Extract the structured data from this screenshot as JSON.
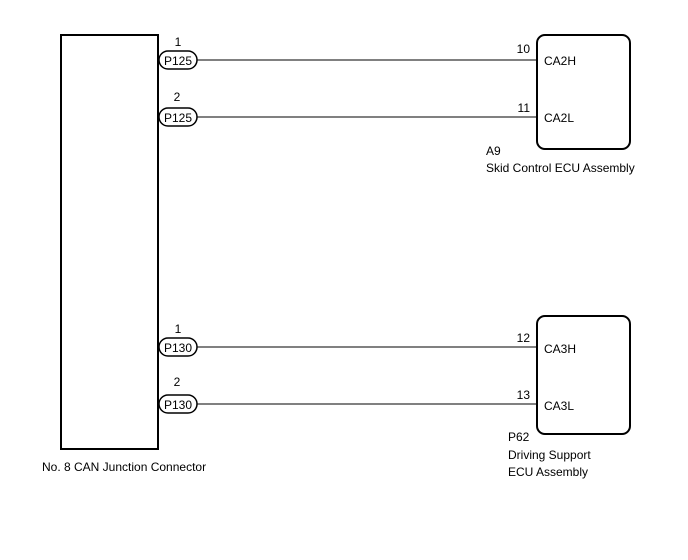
{
  "junction": {
    "label": "No. 8 CAN Junction Connector"
  },
  "wires": [
    {
      "junction_pin": "1",
      "junction_connector": "P125",
      "ecu_pin": "10",
      "signal": "CA2H"
    },
    {
      "junction_pin": "2",
      "junction_connector": "P125",
      "ecu_pin": "11",
      "signal": "CA2L"
    },
    {
      "junction_pin": "1",
      "junction_connector": "P130",
      "ecu_pin": "12",
      "signal": "CA3H"
    },
    {
      "junction_pin": "2",
      "junction_connector": "P130",
      "ecu_pin": "13",
      "signal": "CA3L"
    }
  ],
  "ecus": [
    {
      "code": "A9",
      "name_lines": [
        "Skid Control ECU Assembly"
      ]
    },
    {
      "code": "P62",
      "name_lines": [
        "Driving Support",
        "ECU Assembly"
      ]
    }
  ]
}
